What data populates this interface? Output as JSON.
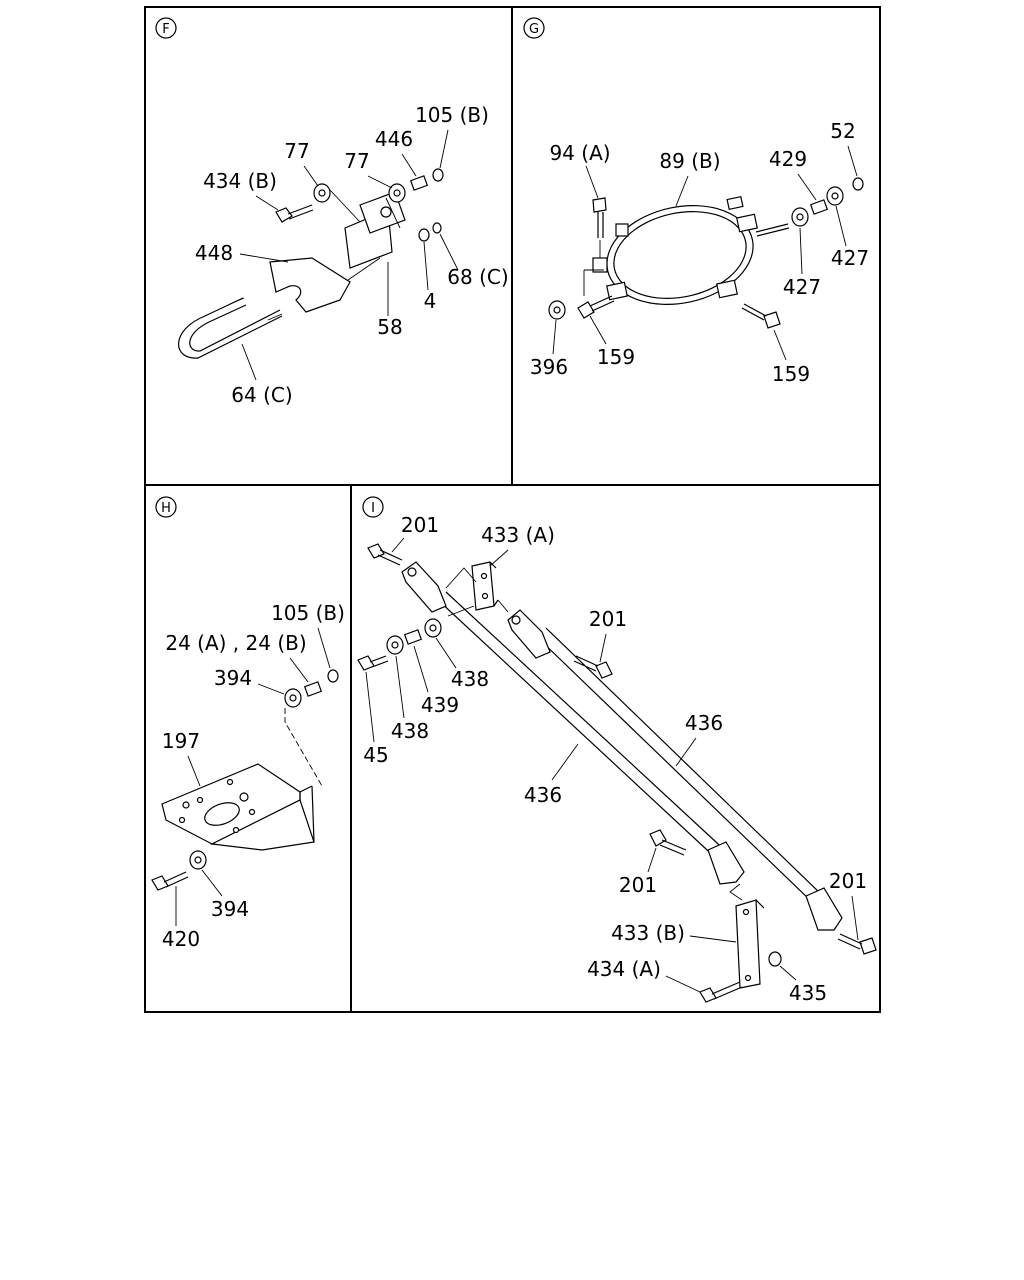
{
  "panels": {
    "F": {
      "badge": "F",
      "labels": {
        "l105b": "105 (B)",
        "l446": "446",
        "l77a": "77",
        "l77b": "77",
        "l434b": "434 (B)",
        "l448": "448",
        "l68c": "68 (C)",
        "l4": "4",
        "l58": "58",
        "l64c": "64 (C)"
      }
    },
    "G": {
      "badge": "G",
      "labels": {
        "l94a": "94 (A)",
        "l89b": "89 (B)",
        "l429": "429",
        "l52": "52",
        "l427a": "427",
        "l427b": "427",
        "l396": "396",
        "l159a": "159",
        "l159b": "159"
      }
    },
    "H": {
      "badge": "H",
      "labels": {
        "l105b": "105 (B)",
        "l24ab": "24 (A) , 24 (B)",
        "l394a": "394",
        "l197": "197",
        "l394b": "394",
        "l420": "420"
      }
    },
    "I": {
      "badge": "I",
      "labels": {
        "l201a": "201",
        "l433a": "433 (A)",
        "l201b": "201",
        "l438a": "438",
        "l439": "439",
        "l438b": "438",
        "l45": "45",
        "l436a": "436",
        "l436b": "436",
        "l201c": "201",
        "l201d": "201",
        "l433b": "433 (B)",
        "l434a": "434 (A)",
        "l435": "435"
      }
    }
  }
}
